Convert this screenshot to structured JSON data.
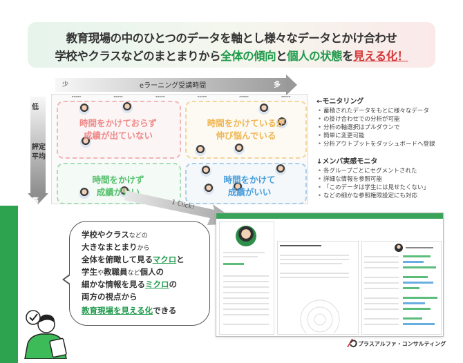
{
  "hero": {
    "line1": "教育現場の中のひとつのデータを軸とし様々なデータとかけ合わせ",
    "line2_a": "学校やクラスなどのまとまりから",
    "line2_b": "全体の傾向",
    "line2_c": "と",
    "line2_d": "個人の状態",
    "line2_e": "を",
    "line2_f": "見える化！"
  },
  "matrix": {
    "top_axis": {
      "label": "eラーニング受講時間",
      "low": "少",
      "high": "多"
    },
    "left_axis": {
      "low": "低",
      "mid_label_1": "評定",
      "mid_label_2": "平均",
      "high": "高"
    },
    "quadrants": {
      "q1": {
        "line1": "時間をかけておらず",
        "line2": "成績が出ていない",
        "color": "#ee8a8a"
      },
      "q2": {
        "line1": "時間をかけているが",
        "line2": "伸び悩んでいる",
        "color": "#f0b552"
      },
      "q3": {
        "line1": "時間をかけず",
        "line2": "成績がいい",
        "color": "#52bf6a"
      },
      "q4": {
        "line1": "時間をかけて",
        "line2": "成績がいい",
        "color": "#4c9fdc"
      }
    }
  },
  "monitoring": {
    "title": "←モニタリング",
    "bullets": [
      "蓄積されたデータをもとに様々なデータ",
      "の掛け合わせでの分析が可能",
      "分析の軸選択はプルダウンで",
      "簡単に変更可能",
      "分析アウトプットをダッシュボードへ登録"
    ]
  },
  "member": {
    "title": "↓メンバ実感モニタ",
    "bullets": [
      "各グループごとにセグメントされた",
      "詳細な情報を参照可能",
      "「このデータは学生には見せたくない」",
      "などの細かな参照権限設定にも対応"
    ]
  },
  "click_label": "1 Click！",
  "bubble": {
    "l1_a": "学校やクラス",
    "l1_b": "などの",
    "l2_a": "大きなまとまり",
    "l2_b": "から",
    "l3_a": "全体を俯瞰して見る",
    "l3_b": "マクロ",
    "l3_c": "と",
    "l4_a": "学生",
    "l4_b": "や",
    "l4_c": "教職員",
    "l4_d": "など",
    "l4_e": "個人の",
    "l5_a": "細かな情報を見る",
    "l5_b": "ミクロ",
    "l5_c": "の",
    "l6": "両方の視点から",
    "l7_a": "教育現場を見える化",
    "l7_b": "できる"
  },
  "brand": "プラスアルファ・コンサルティング",
  "colors": {
    "green": "#1f9a4b",
    "red": "#d53a3a",
    "band": "#2ea34f"
  }
}
